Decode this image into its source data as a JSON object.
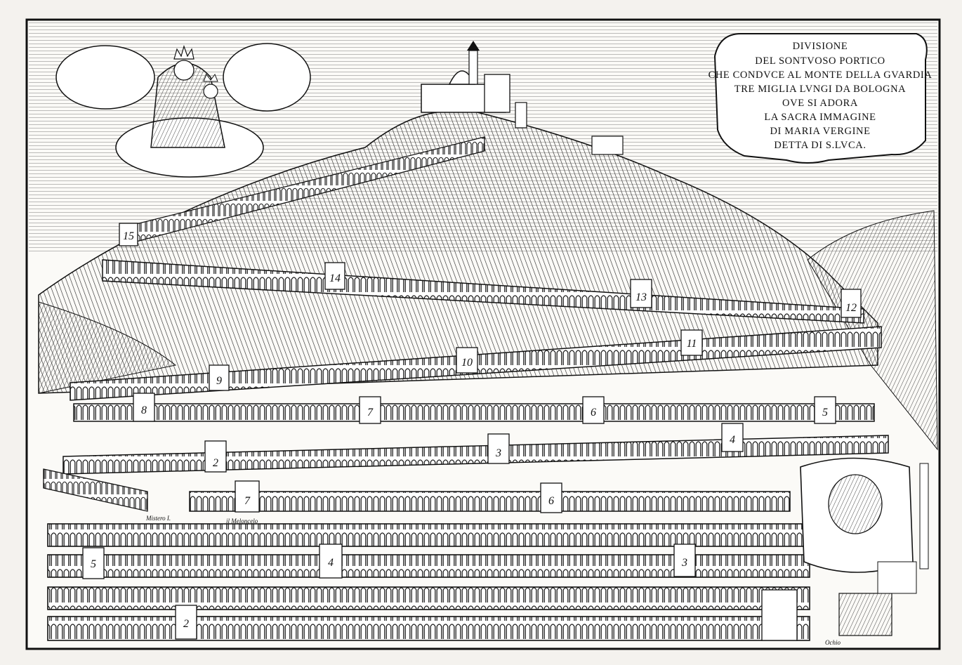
{
  "cartouche": {
    "lines": [
      "DIVISIONE",
      "DEL SONTVOSO PORTICO",
      "CHE CONDVCE AL MONTE DELLA GVARDIA",
      "TRE MIGLIA LVNGI DA BOLOGNA",
      "OVE SI ADORA",
      "LA SACRA IMMAGINE",
      "DI MARIA VERGINE",
      "DETTA DI S.LVCA."
    ]
  },
  "stations": {
    "s15": "15",
    "s14": "14",
    "s13": "13",
    "s12": "12",
    "s11": "11",
    "s10": "10",
    "s9": "9",
    "s8": "8",
    "s7": "7",
    "s6": "6",
    "s5": "5",
    "s4": "4",
    "s3": "3",
    "s2": "2",
    "l7": "7",
    "l6": "6",
    "l5": "5",
    "l4": "4",
    "l3": "3",
    "l2": "2"
  },
  "labels": {
    "mistero": "Mistero I.",
    "meloncello": "il Meloncelo",
    "signature": "Ochio"
  }
}
